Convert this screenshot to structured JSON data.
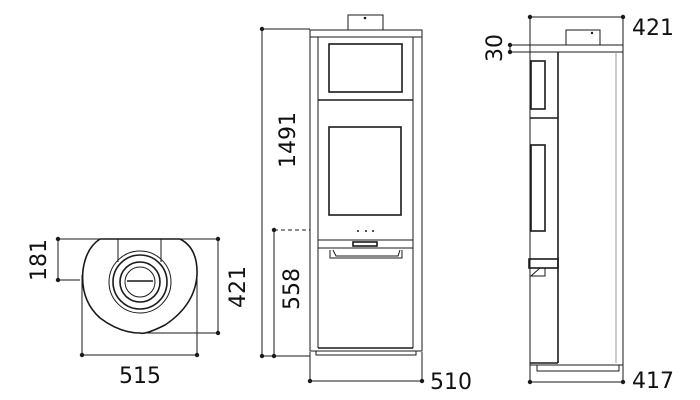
{
  "views": {
    "top_view": {
      "width_label": "515",
      "depth_label": "421",
      "flue_offset_label": "181"
    },
    "front_view": {
      "height_label": "1491",
      "air_inlet_height_label": "558",
      "width_label": "510"
    },
    "side_view": {
      "top_depth_label": "421",
      "top_plate_label": "30",
      "base_depth_label": "417"
    }
  }
}
